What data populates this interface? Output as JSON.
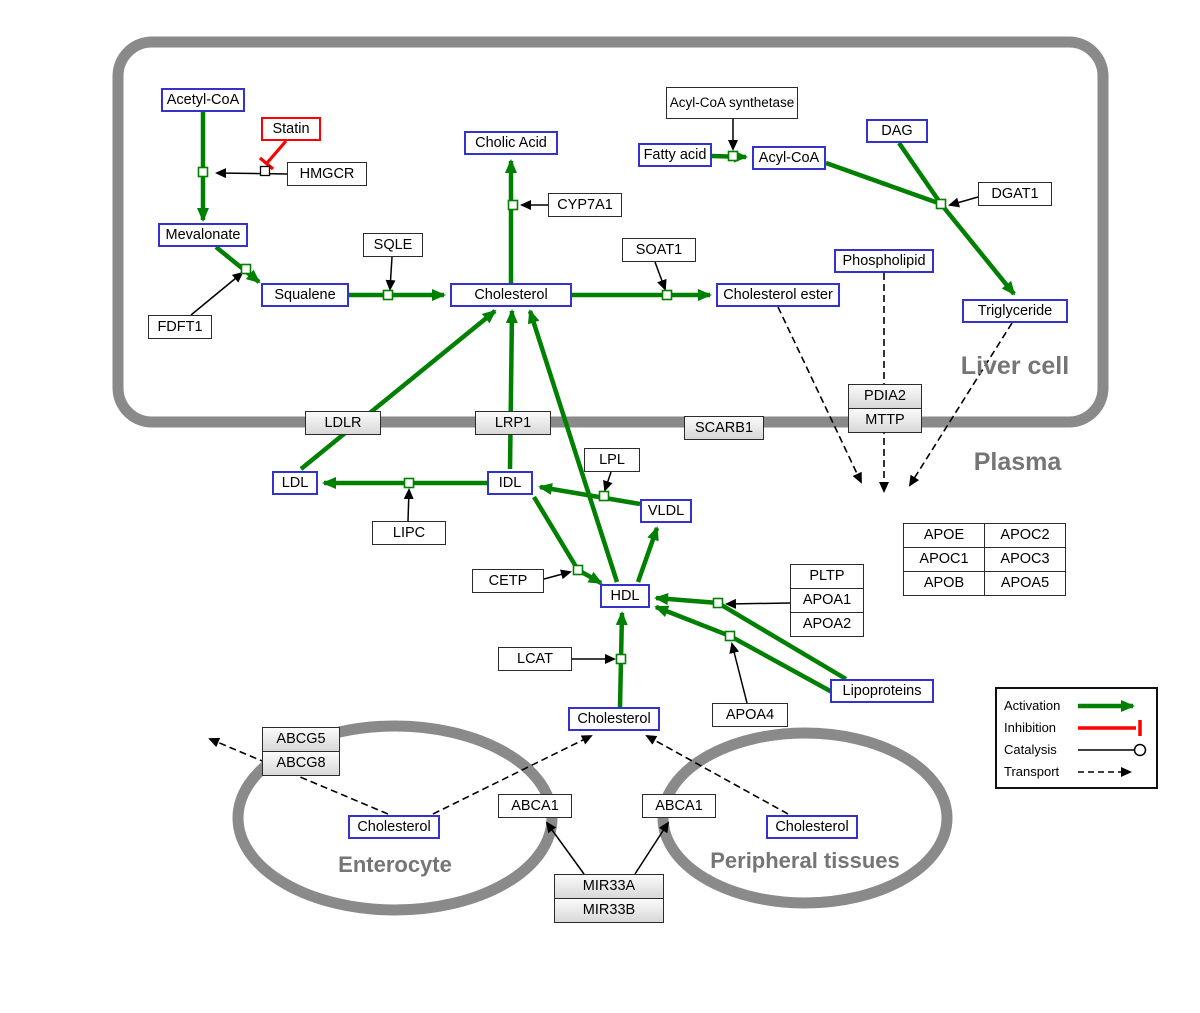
{
  "regions": {
    "liver": "Liver cell",
    "plasma": "Plasma",
    "enterocyte": "Enterocyte",
    "peripheral": "Peripheral tissues"
  },
  "colors": {
    "activation": "#008000",
    "inhibition": "#ff0000",
    "catalysis": "#000000",
    "transport": "#000000",
    "metabolite": "#3333cc",
    "membrane": "#8a8a8a",
    "region_label": "#757575"
  },
  "nodes": {
    "acetyl_coa": "Acetyl-CoA",
    "statin": "Statin",
    "hmgcr": "HMGCR",
    "mevalonate": "Mevalonate",
    "fdft1": "FDFT1",
    "squalene": "Squalene",
    "sqle": "SQLE",
    "cholic_acid": "Cholic Acid",
    "cyp7a1": "CYP7A1",
    "cholesterol_liver": "Cholesterol",
    "soat1": "SOAT1",
    "cholesterol_ester": "Cholesterol ester",
    "acyl_coa_synthetase": "Acyl-CoA synthetase",
    "fatty_acid": "Fatty acid",
    "acyl_coa": "Acyl-CoA",
    "dag": "DAG",
    "dgat1": "DGAT1",
    "phospholipid": "Phospholipid",
    "triglyceride": "Triglyceride",
    "ldlr": "LDLR",
    "lrp1": "LRP1",
    "scarb1": "SCARB1",
    "pdia2": "PDIA2",
    "mttp": "MTTP",
    "ldl": "LDL",
    "idl": "IDL",
    "lipc": "LIPC",
    "lpl": "LPL",
    "vldl": "VLDL",
    "cetp": "CETP",
    "hdl": "HDL",
    "lcat": "LCAT",
    "pltp": "PLTP",
    "apoa1": "APOA1",
    "apoa2": "APOA2",
    "apoa4": "APOA4",
    "lipoproteins": "Lipoproteins",
    "apoe": "APOE",
    "apoc2": "APOC2",
    "apoc1": "APOC1",
    "apoc3": "APOC3",
    "apob": "APOB",
    "apoa5": "APOA5",
    "cholesterol_plasma": "Cholesterol",
    "abcg5": "ABCG5",
    "abcg8": "ABCG8",
    "cholesterol_enterocyte": "Cholesterol",
    "abca1_left": "ABCA1",
    "abca1_right": "ABCA1",
    "cholesterol_peripheral": "Cholesterol",
    "mir33a": "MIR33A",
    "mir33b": "MIR33B"
  },
  "legend": {
    "activation": "Activation",
    "inhibition": "Inhibition",
    "catalysis": "Catalysis",
    "transport": "Transport"
  }
}
